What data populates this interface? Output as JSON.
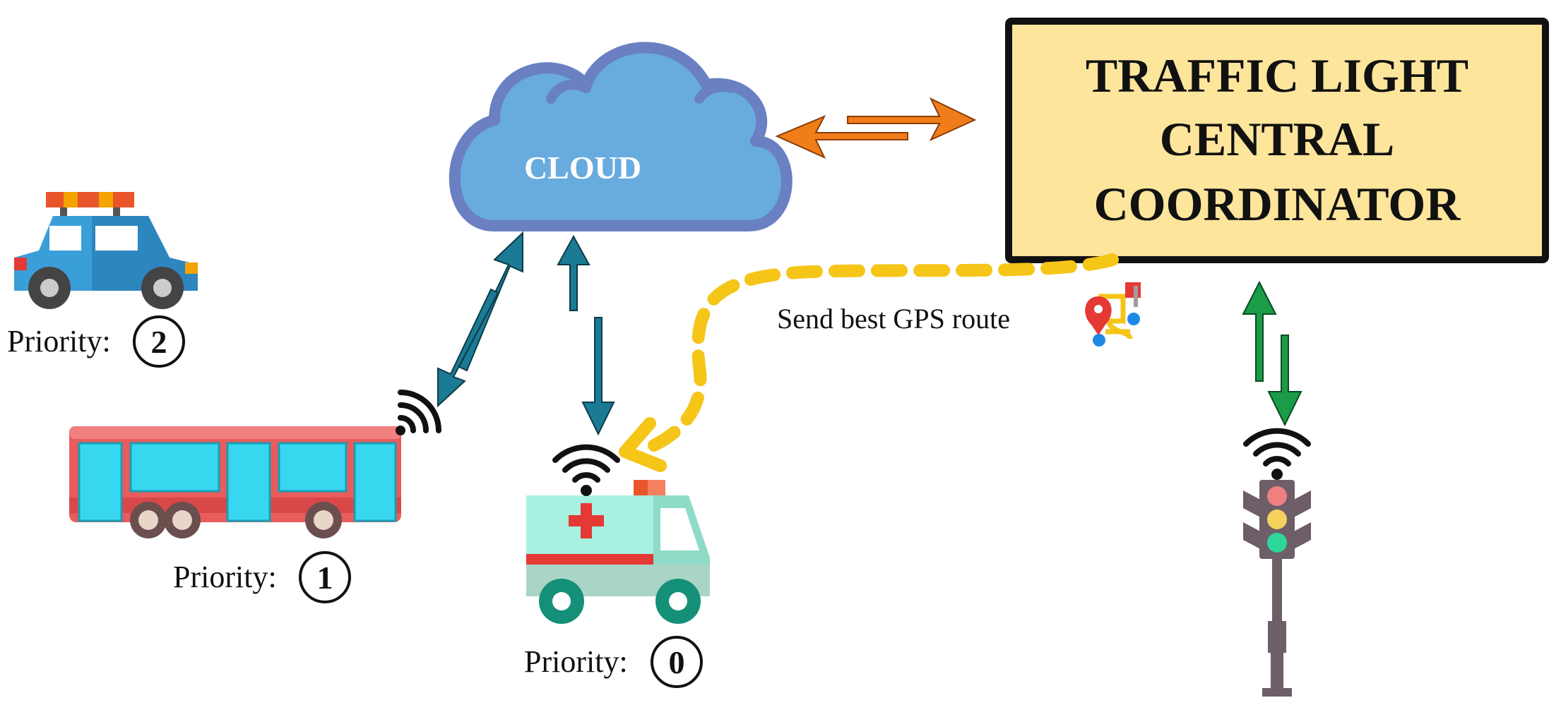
{
  "cloud": {
    "label": "CLOUD"
  },
  "coordinator": {
    "line1": "TRAFFIC LIGHT",
    "line2": "CENTRAL",
    "line3": "COORDINATOR"
  },
  "route": {
    "label": "Send best GPS route"
  },
  "vehicles": [
    {
      "id": "police",
      "label": "Priority:",
      "priority": "2"
    },
    {
      "id": "bus",
      "label": "Priority:",
      "priority": "1"
    },
    {
      "id": "ambulance",
      "label": "Priority:",
      "priority": "0"
    }
  ],
  "colors": {
    "cloud": "#68ABDF",
    "cloud_outline": "#6A80C2",
    "coordinator_fill": "#FDE59C",
    "orange_arrow": "#F07D19",
    "teal_arrow": "#1B7A94",
    "green_arrow": "#1B9C48",
    "gps_route": "#F5C518"
  }
}
